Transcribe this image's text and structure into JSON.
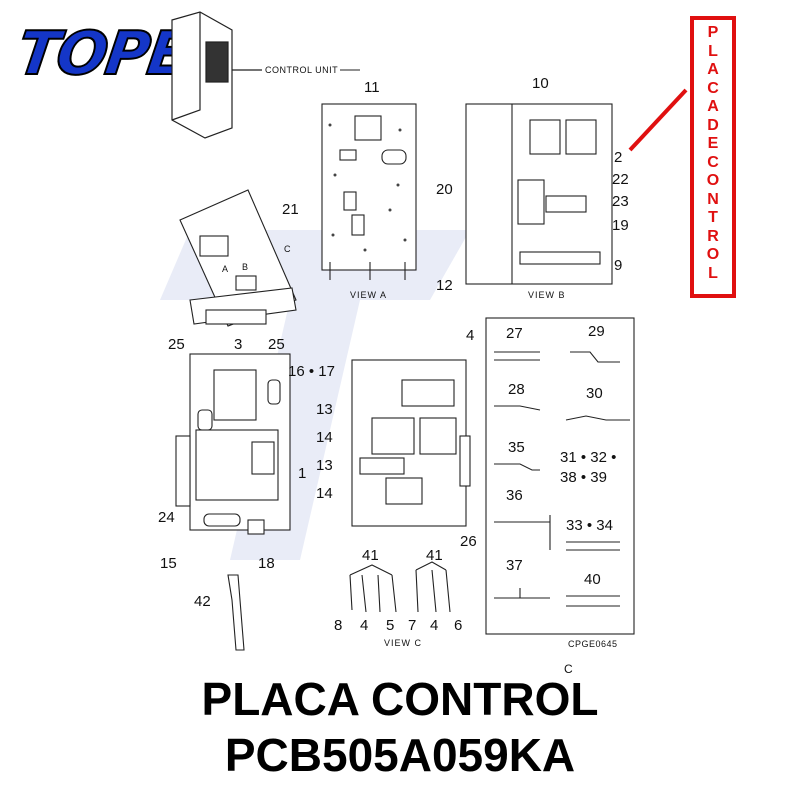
{
  "logo": {
    "text": "TOPES",
    "color": "#1436c8"
  },
  "diagram": {
    "control_unit_label": "CONTROL UNIT",
    "view_a": "VIEW A",
    "view_b": "VIEW B",
    "view_c": "VIEW C",
    "code": "CPGE0645",
    "arrow_a": "A",
    "arrow_b": "B",
    "arrow_c": "C",
    "callouts": [
      "11",
      "21",
      "10",
      "2",
      "22",
      "20",
      "23",
      "19",
      "9",
      "12",
      "25",
      "3",
      "25",
      "16 • 17",
      "1",
      "24",
      "15",
      "18",
      "42",
      "13",
      "14",
      "13",
      "14",
      "4",
      "26",
      "41",
      "41",
      "8",
      "4",
      "5",
      "7",
      "4",
      "6",
      "27",
      "29",
      "28",
      "30",
      "35",
      "31 • 32 •",
      "38 • 39",
      "36",
      "33 • 34",
      "37",
      "40"
    ]
  },
  "banner": {
    "text": "PLACADECONTROL",
    "color": "#e01010"
  },
  "title": {
    "line1": "PLACA CONTROL",
    "line2": "PCB505A059KA",
    "mark": "C"
  }
}
